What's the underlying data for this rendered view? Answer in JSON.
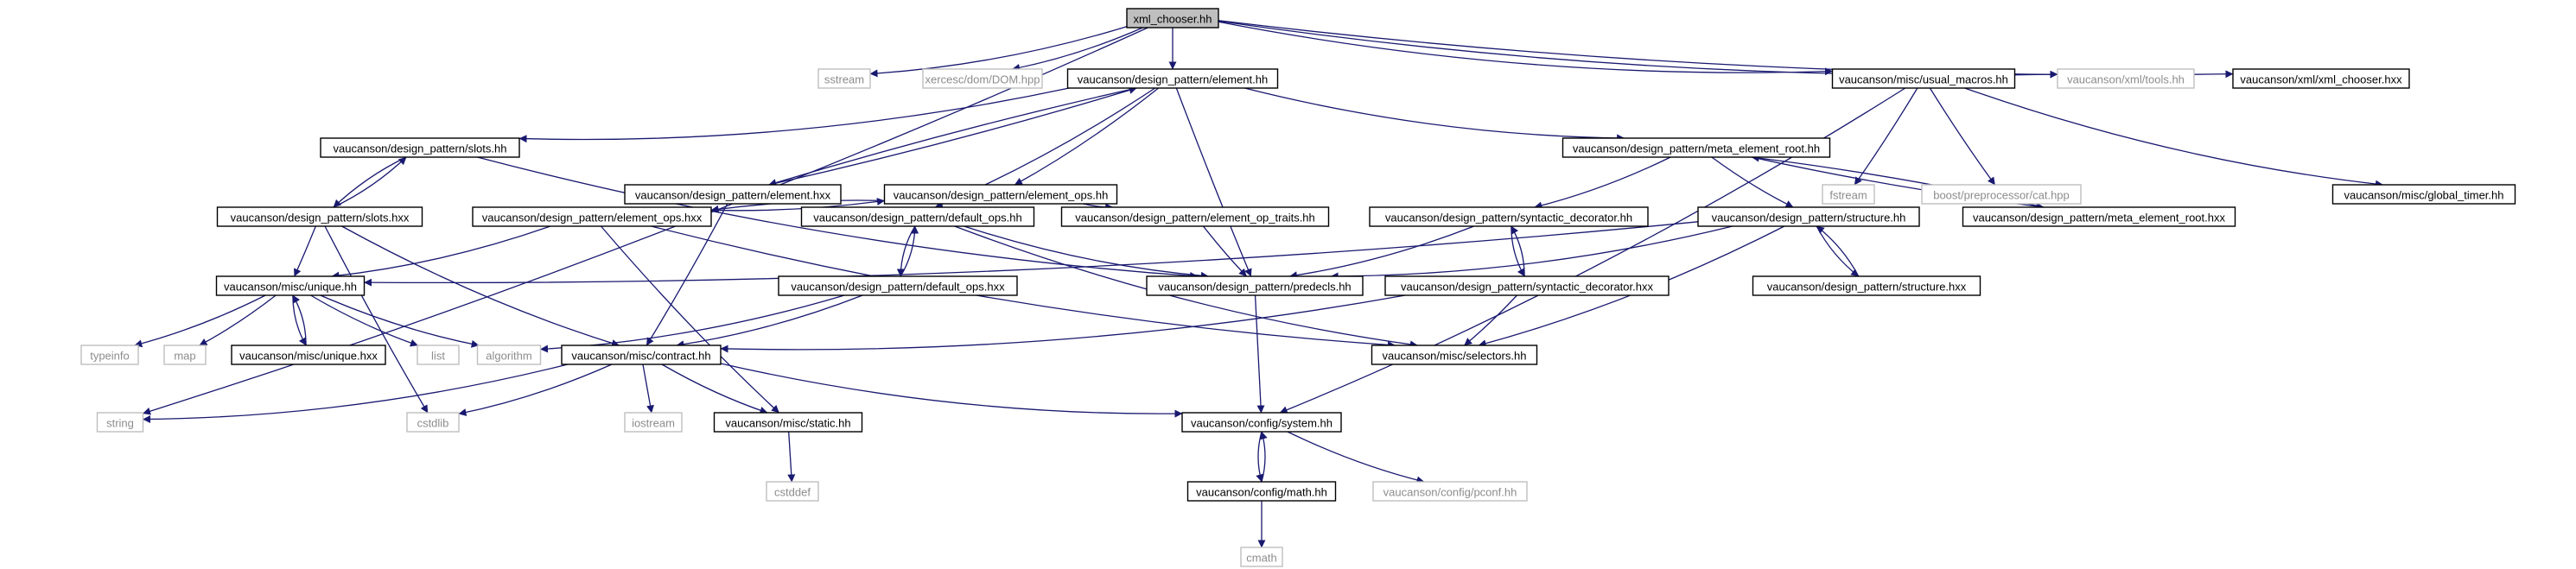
{
  "colors": {
    "edge": "#191970",
    "box_border": "#000000",
    "ext_border": "#bfbfbf",
    "text": "#000000",
    "ext_text": "#8c8c8c",
    "root_fill": "#bfbfbf",
    "fill": "#ffffff"
  },
  "nodes": [
    {
      "id": "xml_chooser_hh",
      "label": "xml_chooser.hh",
      "kind": "root"
    },
    {
      "id": "string",
      "label": "string",
      "kind": "ext"
    },
    {
      "id": "sstream",
      "label": "sstream",
      "kind": "ext"
    },
    {
      "id": "xercesc_dom",
      "label": "xercesc/dom/DOM.hpp",
      "kind": "ext"
    },
    {
      "id": "element_hh",
      "label": "vaucanson/design_pattern/element.hh",
      "kind": "file"
    },
    {
      "id": "usual_macros",
      "label": "vaucanson/misc/usual_macros.hh",
      "kind": "file"
    },
    {
      "id": "xmltools",
      "label": "vaucanson/xml/tools.hh",
      "kind": "ext"
    },
    {
      "id": "xml_chooser_hxx",
      "label": "vaucanson/xml/xml_chooser.hxx",
      "kind": "file"
    },
    {
      "id": "slots_hh",
      "label": "vaucanson/design_pattern/slots.hh",
      "kind": "file"
    },
    {
      "id": "element_hxx",
      "label": "vaucanson/design_pattern/element.hxx",
      "kind": "file"
    },
    {
      "id": "element_ops_hh",
      "label": "vaucanson/design_pattern/element_ops.hh",
      "kind": "file"
    },
    {
      "id": "meta_root_hh",
      "label": "vaucanson/design_pattern/meta_element_root.hh",
      "kind": "file"
    },
    {
      "id": "fstream",
      "label": "fstream",
      "kind": "ext"
    },
    {
      "id": "boost_cat",
      "label": "boost/preprocessor/cat.hpp",
      "kind": "ext"
    },
    {
      "id": "global_timer",
      "label": "vaucanson/misc/global_timer.hh",
      "kind": "file"
    },
    {
      "id": "slots_hxx",
      "label": "vaucanson/design_pattern/slots.hxx",
      "kind": "file"
    },
    {
      "id": "element_ops_hxx",
      "label": "vaucanson/design_pattern/element_ops.hxx",
      "kind": "file"
    },
    {
      "id": "default_ops_hh",
      "label": "vaucanson/design_pattern/default_ops.hh",
      "kind": "file"
    },
    {
      "id": "element_op_traits",
      "label": "vaucanson/design_pattern/element_op_traits.hh",
      "kind": "file"
    },
    {
      "id": "synt_dec_hh",
      "label": "vaucanson/design_pattern/syntactic_decorator.hh",
      "kind": "file"
    },
    {
      "id": "structure_hh",
      "label": "vaucanson/design_pattern/structure.hh",
      "kind": "file"
    },
    {
      "id": "meta_root_hxx",
      "label": "vaucanson/design_pattern/meta_element_root.hxx",
      "kind": "file"
    },
    {
      "id": "unique_hh",
      "label": "vaucanson/misc/unique.hh",
      "kind": "file"
    },
    {
      "id": "predecls",
      "label": "vaucanson/design_pattern/predecls.hh",
      "kind": "file"
    },
    {
      "id": "default_ops_hxx",
      "label": "vaucanson/design_pattern/default_ops.hxx",
      "kind": "file"
    },
    {
      "id": "synt_dec_hxx",
      "label": "vaucanson/design_pattern/syntactic_decorator.hxx",
      "kind": "file"
    },
    {
      "id": "structure_hxx",
      "label": "vaucanson/design_pattern/structure.hxx",
      "kind": "file"
    },
    {
      "id": "typeinfo",
      "label": "typeinfo",
      "kind": "ext"
    },
    {
      "id": "map",
      "label": "map",
      "kind": "ext"
    },
    {
      "id": "unique_hxx",
      "label": "vaucanson/misc/unique.hxx",
      "kind": "file"
    },
    {
      "id": "list",
      "label": "list",
      "kind": "ext"
    },
    {
      "id": "algorithm",
      "label": "algorithm",
      "kind": "ext"
    },
    {
      "id": "contract_hh",
      "label": "vaucanson/misc/contract.hh",
      "kind": "file"
    },
    {
      "id": "selectors",
      "label": "vaucanson/misc/selectors.hh",
      "kind": "file"
    },
    {
      "id": "cstdlib",
      "label": "cstdlib",
      "kind": "ext"
    },
    {
      "id": "iostream",
      "label": "iostream",
      "kind": "ext"
    },
    {
      "id": "static_hh",
      "label": "vaucanson/misc/static.hh",
      "kind": "file"
    },
    {
      "id": "system_hh",
      "label": "vaucanson/config/system.hh",
      "kind": "file"
    },
    {
      "id": "cstddef",
      "label": "cstddef",
      "kind": "ext"
    },
    {
      "id": "math_hh",
      "label": "vaucanson/config/math.hh",
      "kind": "file"
    },
    {
      "id": "pconf",
      "label": "vaucanson/config/pconf.hh",
      "kind": "ext"
    },
    {
      "id": "cmath",
      "label": "cmath",
      "kind": "ext"
    }
  ],
  "edges": [
    [
      "xml_chooser_hh",
      "string"
    ],
    [
      "xml_chooser_hh",
      "sstream"
    ],
    [
      "xml_chooser_hh",
      "xercesc_dom"
    ],
    [
      "xml_chooser_hh",
      "element_hh"
    ],
    [
      "xml_chooser_hh",
      "usual_macros"
    ],
    [
      "xml_chooser_hh",
      "xmltools"
    ],
    [
      "xml_chooser_hh",
      "xml_chooser_hxx"
    ],
    [
      "element_hh",
      "slots_hh"
    ],
    [
      "element_hh",
      "element_hxx"
    ],
    [
      "element_hxx",
      "element_hh"
    ],
    [
      "element_hh",
      "element_ops_hh"
    ],
    [
      "element_hh",
      "meta_root_hh"
    ],
    [
      "element_hh",
      "default_ops_hh"
    ],
    [
      "element_hh",
      "predecls"
    ],
    [
      "usual_macros",
      "fstream"
    ],
    [
      "usual_macros",
      "boost_cat"
    ],
    [
      "usual_macros",
      "global_timer"
    ],
    [
      "usual_macros",
      "system_hh"
    ],
    [
      "slots_hh",
      "slots_hxx"
    ],
    [
      "slots_hxx",
      "slots_hh"
    ],
    [
      "slots_hh",
      "predecls"
    ],
    [
      "slots_hxx",
      "unique_hh"
    ],
    [
      "slots_hxx",
      "contract_hh"
    ],
    [
      "slots_hxx",
      "cstdlib"
    ],
    [
      "element_hxx",
      "contract_hh"
    ],
    [
      "element_ops_hh",
      "element_ops_hxx"
    ],
    [
      "element_ops_hxx",
      "element_ops_hh"
    ],
    [
      "element_ops_hh",
      "element_op_traits"
    ],
    [
      "element_ops_hxx",
      "unique_hh"
    ],
    [
      "element_ops_hxx",
      "static_hh"
    ],
    [
      "element_ops_hxx",
      "selectors"
    ],
    [
      "meta_root_hh",
      "synt_dec_hh"
    ],
    [
      "meta_root_hh",
      "structure_hh"
    ],
    [
      "meta_root_hh",
      "meta_root_hxx"
    ],
    [
      "meta_root_hxx",
      "meta_root_hh"
    ],
    [
      "default_ops_hh",
      "default_ops_hxx"
    ],
    [
      "default_ops_hxx",
      "default_ops_hh"
    ],
    [
      "default_ops_hh",
      "predecls"
    ],
    [
      "default_ops_hh",
      "selectors"
    ],
    [
      "element_op_traits",
      "predecls"
    ],
    [
      "synt_dec_hh",
      "synt_dec_hxx"
    ],
    [
      "synt_dec_hxx",
      "synt_dec_hh"
    ],
    [
      "synt_dec_hh",
      "predecls"
    ],
    [
      "synt_dec_hxx",
      "selectors"
    ],
    [
      "synt_dec_hxx",
      "contract_hh"
    ],
    [
      "structure_hh",
      "structure_hxx"
    ],
    [
      "structure_hxx",
      "structure_hh"
    ],
    [
      "structure_hh",
      "predecls"
    ],
    [
      "structure_hh",
      "selectors"
    ],
    [
      "structure_hh",
      "unique_hh"
    ],
    [
      "unique_hh",
      "typeinfo"
    ],
    [
      "unique_hh",
      "map"
    ],
    [
      "unique_hh",
      "unique_hxx"
    ],
    [
      "unique_hxx",
      "unique_hh"
    ],
    [
      "unique_hh",
      "list"
    ],
    [
      "unique_hh",
      "algorithm"
    ],
    [
      "default_ops_hxx",
      "contract_hh"
    ],
    [
      "default_ops_hxx",
      "algorithm"
    ],
    [
      "predecls",
      "system_hh"
    ],
    [
      "contract_hh",
      "string"
    ],
    [
      "contract_hh",
      "cstdlib"
    ],
    [
      "contract_hh",
      "iostream"
    ],
    [
      "contract_hh",
      "static_hh"
    ],
    [
      "contract_hh",
      "system_hh"
    ],
    [
      "static_hh",
      "cstddef"
    ],
    [
      "system_hh",
      "math_hh"
    ],
    [
      "math_hh",
      "system_hh"
    ],
    [
      "system_hh",
      "pconf"
    ],
    [
      "math_hh",
      "cmath"
    ]
  ]
}
